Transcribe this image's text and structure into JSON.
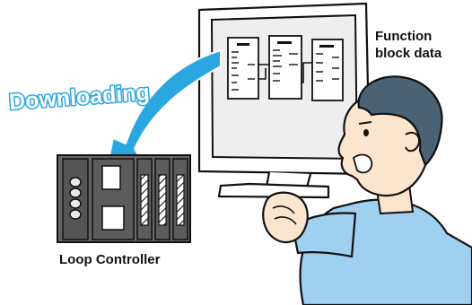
{
  "labels": {
    "function_block_data": [
      "Function",
      "block data"
    ],
    "downloading": "Downloading",
    "loop_controller": "Loop Controller"
  },
  "colors": {
    "arrow": "#2aa7e0",
    "arrow_text": "#2aa7e0",
    "shirt": "#9fd0ef",
    "hair": "#4a6274",
    "skin": "#fbe5cf",
    "monitor_frame": "#ffffff",
    "screen": "#eeeeee",
    "controller": "#666666",
    "outline": "#111111"
  },
  "icons": [
    "monitor-icon",
    "function-block-icon",
    "loop-controller-icon",
    "person-icon",
    "download-arrow-icon"
  ]
}
